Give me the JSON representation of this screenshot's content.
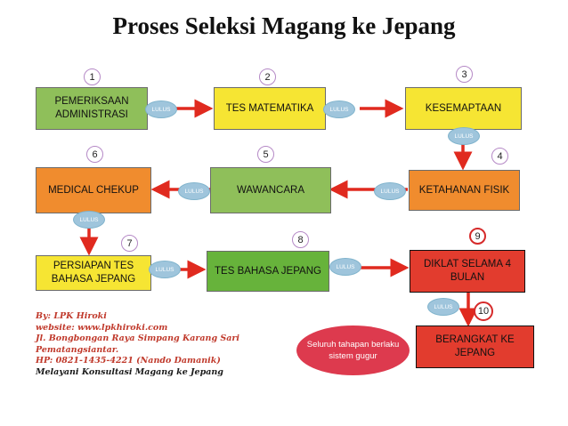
{
  "title": "Proses Seleksi Magang ke Jepang",
  "steps": [
    {
      "num": "1",
      "label": "PEMERIKSAAN ADMINISTRASI"
    },
    {
      "num": "2",
      "label": "TES MATEMATIKA"
    },
    {
      "num": "3",
      "label": "KESEMAPTAAN"
    },
    {
      "num": "4",
      "label": "KETAHANAN FISIK"
    },
    {
      "num": "5",
      "label": "WAWANCARA"
    },
    {
      "num": "6",
      "label": "MEDICAL CHEKUP"
    },
    {
      "num": "7",
      "label": "PERSIAPAN TES BAHASA JEPANG"
    },
    {
      "num": "8",
      "label": "TES BAHASA JEPANG"
    },
    {
      "num": "9",
      "label": "DIKLAT SELAMA 4 BULAN"
    },
    {
      "num": "10",
      "label": "BERANGKAT KE JEPANG"
    }
  ],
  "pass_label": "LULUS",
  "contact": {
    "by": "By: LPK Hiroki",
    "website": "website: www.lpkhiroki.com",
    "address1": "Jl. Bongbongan Raya Simpang Karang Sari",
    "address2": "Pematangsiantar.",
    "phone": "HP: 0821-1435-4221 (Nando Damanik)",
    "service": "Melayani Konsultasi Magang ke Jepang"
  },
  "note": "Seluruh tahapan berlaku sistem gugur",
  "colors": {
    "green": "#8fbf5a",
    "yellow": "#f6e533",
    "orange": "#f08c2e",
    "green_dark": "#67b33b",
    "red": "#e23c2e",
    "arrow": "#e02a1f",
    "lulus": "#9fc5dc"
  }
}
